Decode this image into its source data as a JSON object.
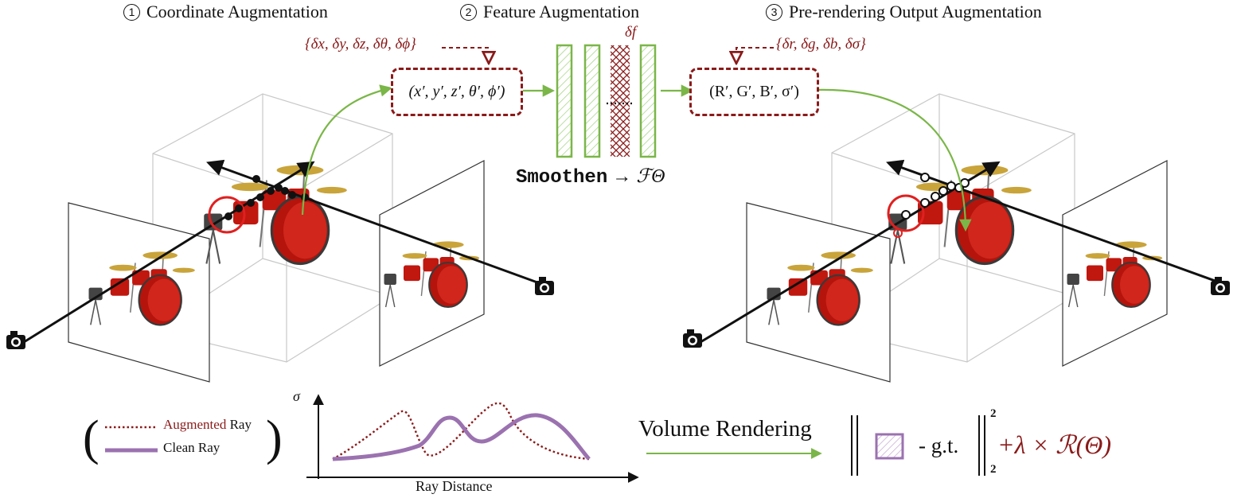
{
  "steps": [
    {
      "num": "1",
      "label": "Coordinate Augmentation"
    },
    {
      "num": "2",
      "label": "Feature Augmentation"
    },
    {
      "num": "3",
      "label": "Pre-rendering Output Augmentation"
    }
  ],
  "coord_deltas": "{δx, δy, δz, δθ, δϕ}",
  "coord_tuple": "(x′, y′, z′, θ′, ϕ′)",
  "feature_delta": "δf",
  "output_deltas": "{δr, δg, δb, δσ}",
  "output_tuple": "(R′, G′, B′, σ′)",
  "smoothen_label": "Smoothen",
  "smoothen_arrow": "→ ℱΘ",
  "legend": {
    "open_paren": "(",
    "close_paren": ")",
    "augmented_word": "Augmented",
    "augmented_ray": "Ray",
    "clean_ray": "Clean Ray"
  },
  "plot": {
    "y_label": "σ",
    "x_label": "Ray Distance"
  },
  "volume_rendering": "Volume Rendering",
  "loss": {
    "minus_gt": "- g.t.",
    "sup": "2",
    "sub": "2",
    "reg_term": "+λ × ℛ(Θ)"
  },
  "colors": {
    "augmented": "#8b1a1a",
    "clean": "#9b72b0",
    "mlp": "#7ab648",
    "drum": "#c0170f"
  },
  "icons": [
    "camera-icon",
    "drum-kit-image",
    "mlp-layer-icon"
  ]
}
